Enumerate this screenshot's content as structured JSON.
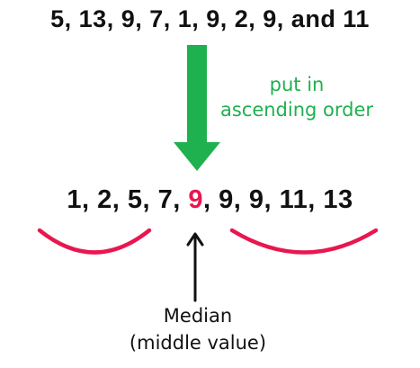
{
  "original_list": "5, 13, 9, 7, 1, 9, 2, 9, and 11",
  "step_label": [
    "put in",
    "ascending order"
  ],
  "sorted": {
    "before": "1, 2, 5, 7, ",
    "median": "9",
    "after": ", 9, 9, 11, 13"
  },
  "median_label": [
    "Median",
    "(middle value)"
  ],
  "colors": {
    "step_arrow": "#1fb04f",
    "median_highlight": "#e8174f",
    "text": "#111111"
  }
}
